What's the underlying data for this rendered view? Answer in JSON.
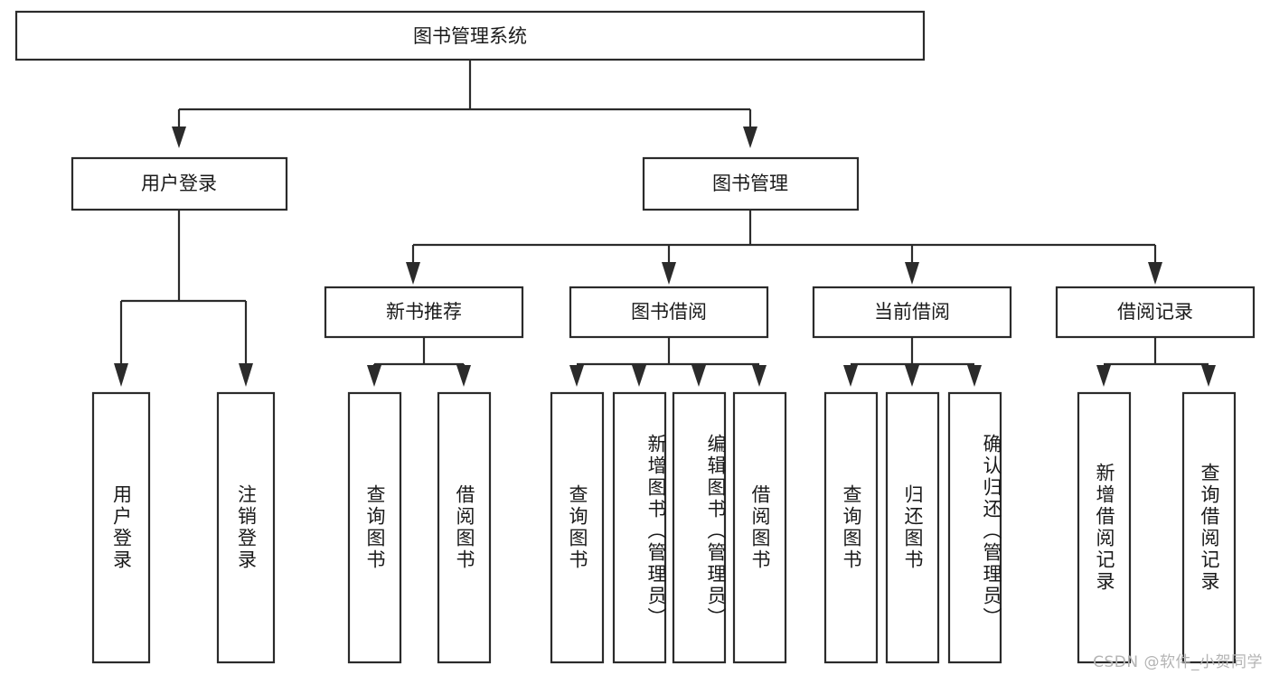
{
  "diagram": {
    "type": "tree",
    "title": "图书管理系统",
    "watermark": "CSDN @软件_小贺同学",
    "colors": {
      "stroke": "#2b2b2b",
      "box_fill": "#ffffff",
      "text": "#1a1a1a",
      "watermark": "#b4b4b4",
      "background": "#ffffff"
    },
    "levels": {
      "root": {
        "label": "图书管理系统"
      },
      "level2": [
        {
          "label": "用户登录"
        },
        {
          "label": "图书管理"
        }
      ],
      "level3": [
        {
          "label": "新书推荐"
        },
        {
          "label": "图书借阅"
        },
        {
          "label": "当前借阅"
        },
        {
          "label": "借阅记录"
        }
      ]
    },
    "leaves": {
      "user_login": [
        {
          "label": "用户登录"
        },
        {
          "label": "注销登录"
        }
      ],
      "new_book_recommend": [
        {
          "label": "查询图书"
        },
        {
          "label": "借阅图书"
        }
      ],
      "book_borrow": [
        {
          "label": "查询图书"
        },
        {
          "label": "新增图书（管理员）"
        },
        {
          "label": "编辑图书（管理员）"
        },
        {
          "label": "借阅图书"
        }
      ],
      "current_borrow": [
        {
          "label": "查询图书"
        },
        {
          "label": "归还图书"
        },
        {
          "label": "确认归还（管理员）"
        }
      ],
      "borrow_record": [
        {
          "label": "新增借阅记录"
        },
        {
          "label": "查询借阅记录"
        }
      ]
    }
  }
}
